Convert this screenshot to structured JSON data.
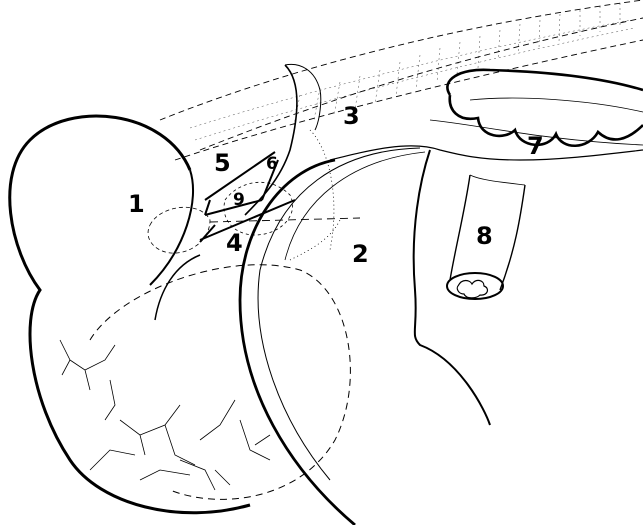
{
  "labels": {
    "l1": "1",
    "l2": "2",
    "l3": "3",
    "l4": "4",
    "l5": "5",
    "l6": "6",
    "l7": "7",
    "l8": "8",
    "l9": "9"
  },
  "colors": {
    "ink": "#000000",
    "background": "#ffffff"
  }
}
